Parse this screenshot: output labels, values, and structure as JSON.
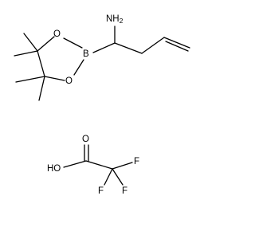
{
  "molecule_1": {
    "atom_labels": {
      "amine": "NH2",
      "oxygen_top": "O",
      "boron": "B",
      "oxygen_bottom": "O"
    }
  },
  "molecule_2": {
    "atom_labels": {
      "hydroxyl": "HO",
      "carbonyl_oxygen": "O",
      "fluorine_1": "F",
      "fluorine_2": "F",
      "fluorine_3": "F"
    }
  },
  "colors": {
    "bond": "#000000",
    "background": "#ffffff"
  }
}
